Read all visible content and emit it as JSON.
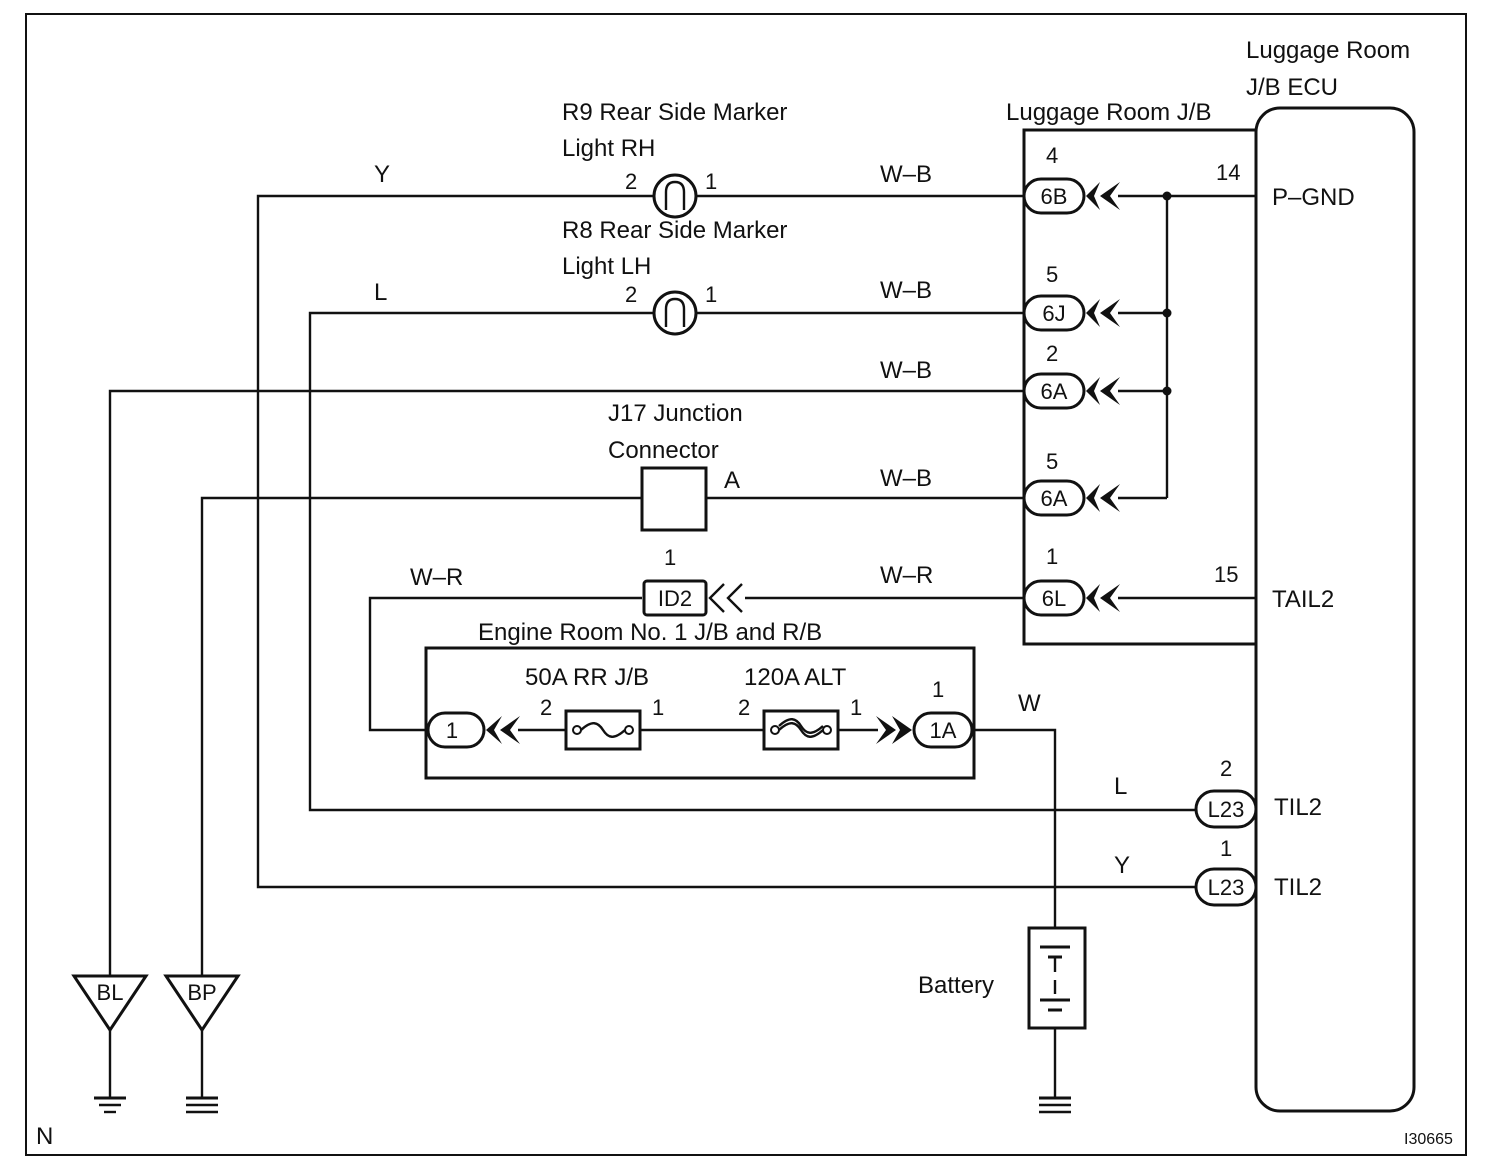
{
  "components": {
    "ecu_title_line1": "Luggage Room",
    "ecu_title_line2": "J/B ECU",
    "jb_title": "Luggage Room J/B",
    "r9_line1": "R9 Rear Side Marker",
    "r9_line2": "Light RH",
    "r8_line1": "R8 Rear Side Marker",
    "r8_line2": "Light LH",
    "j17_line1": "J17 Junction",
    "j17_line2": "Connector",
    "j17_terminal": "A",
    "engine_room_jb": "Engine Room No. 1 J/B and R/B",
    "fuse_rr": "50A RR J/B",
    "fuse_alt": "120A ALT",
    "battery": "Battery"
  },
  "ecu_terminals": {
    "p_gnd": "P–GND",
    "tail2": "TAIL2",
    "til2_upper": "TIL2",
    "til2_lower": "TIL2",
    "pin_p_gnd": "14",
    "pin_tail2": "15",
    "pin_til2_upper": "2",
    "pin_til2_lower": "1"
  },
  "connectors": {
    "c6b": "6B",
    "c6j": "6J",
    "c6a_1": "6A",
    "c6a_2": "6A",
    "c6l": "6L",
    "id2": "ID2",
    "c1": "1",
    "c1a": "1A",
    "l23_upper": "L23",
    "l23_lower": "L23",
    "pin_6b": "4",
    "pin_6j": "5",
    "pin_6a_1": "2",
    "pin_6a_2": "5",
    "pin_6l": "1",
    "pin_id2": "1",
    "pin_1a": "1"
  },
  "lamp_pins": {
    "r9_left": "2",
    "r9_right": "1",
    "r8_left": "2",
    "r8_right": "1",
    "rr_left": "2",
    "rr_right": "1",
    "alt_left": "2",
    "alt_right": "1"
  },
  "wires": {
    "y_top": "Y",
    "l_top": "L",
    "wb1": "W–B",
    "wb2": "W–B",
    "wb3": "W–B",
    "wb4": "W–B",
    "wr_left": "W–R",
    "wr_right": "W–R",
    "w_batt": "W",
    "l_bottom": "L",
    "y_bottom": "Y"
  },
  "grounds": {
    "bl": "BL",
    "bp": "BP"
  },
  "footer": {
    "corner_letter": "N",
    "figure_code": "I30665"
  }
}
